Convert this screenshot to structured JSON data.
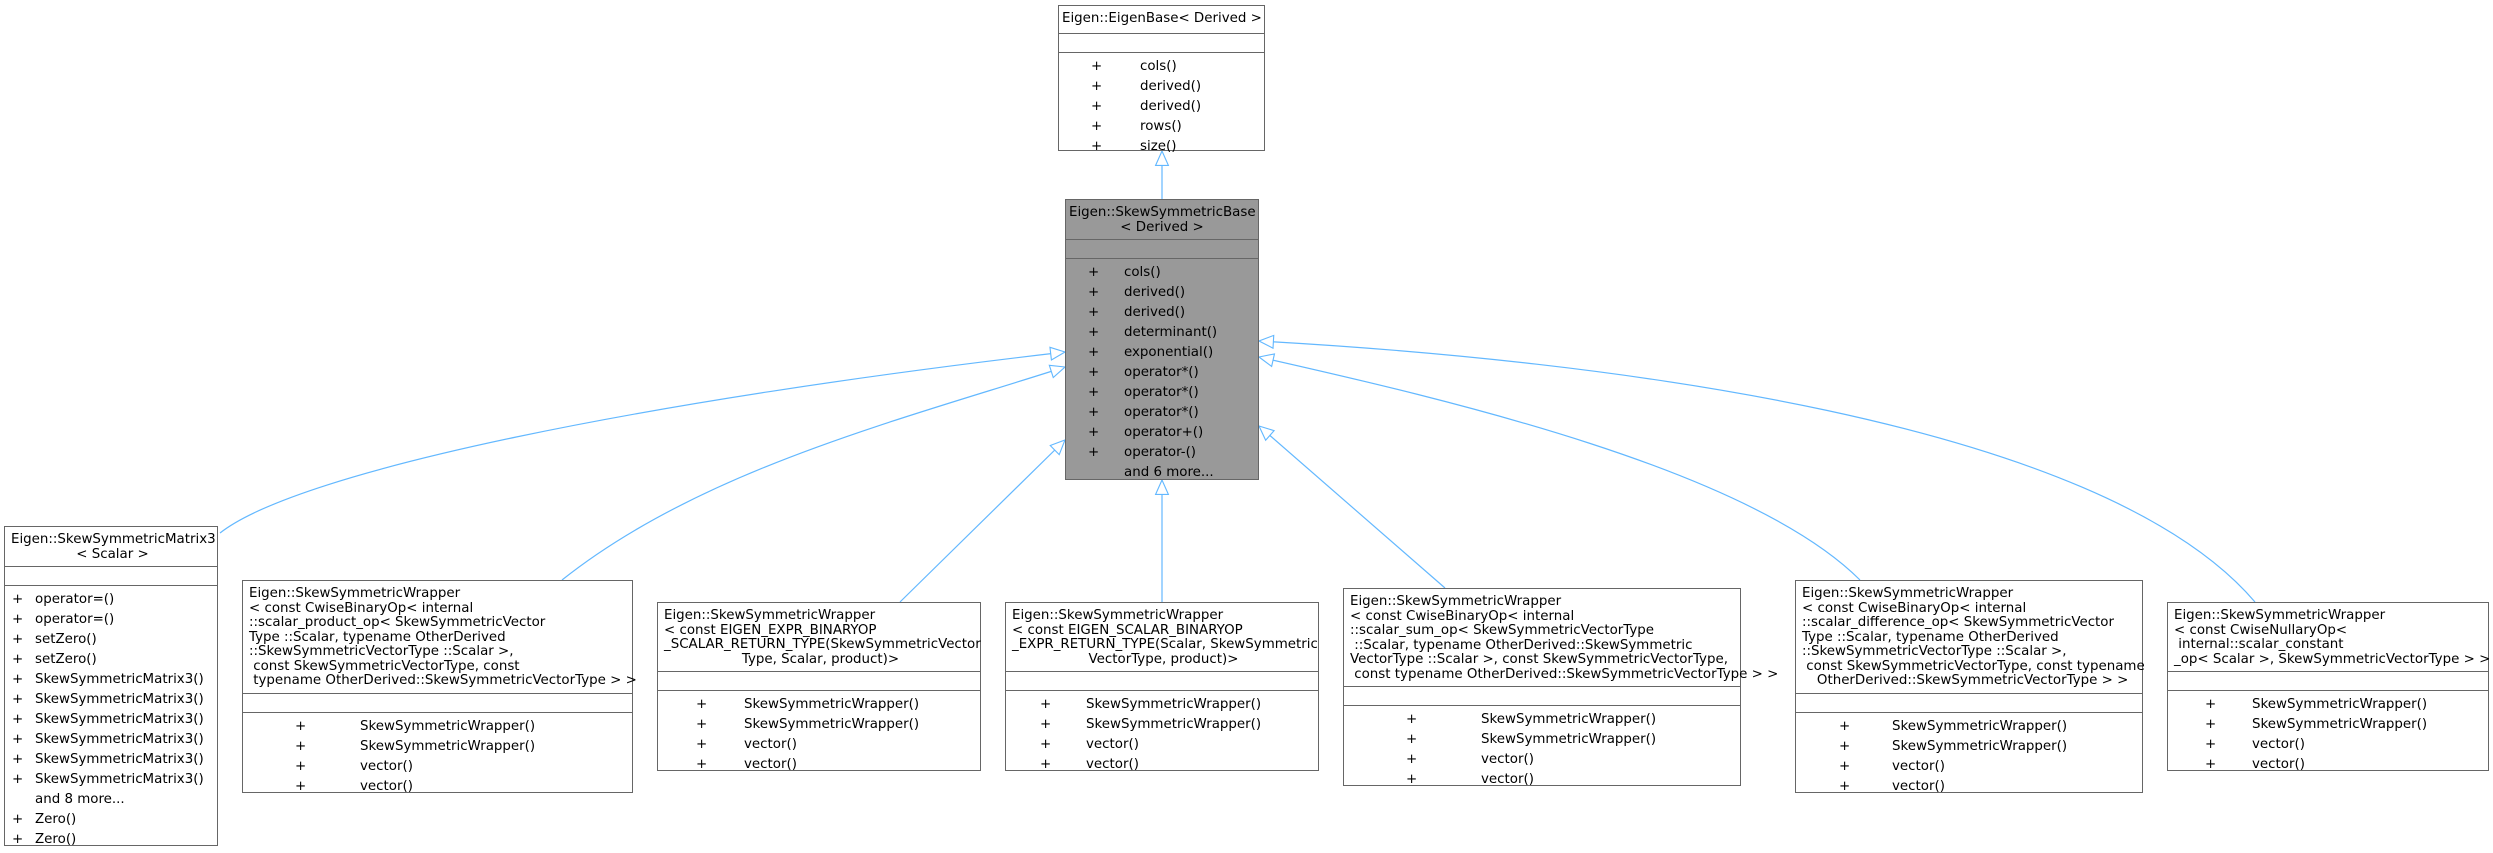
{
  "nodes": {
    "eigen_base": {
      "title": [
        "Eigen::EigenBase< Derived >"
      ],
      "members": [
        {
          "vis": "+",
          "name": "cols()"
        },
        {
          "vis": "+",
          "name": "derived()"
        },
        {
          "vis": "+",
          "name": "derived()"
        },
        {
          "vis": "+",
          "name": "rows()"
        },
        {
          "vis": "+",
          "name": "size()"
        }
      ]
    },
    "skew_base": {
      "title": [
        "Eigen::SkewSymmetricBase",
        "< Derived >"
      ],
      "members": [
        {
          "vis": "+",
          "name": "cols()"
        },
        {
          "vis": "+",
          "name": "derived()"
        },
        {
          "vis": "+",
          "name": "derived()"
        },
        {
          "vis": "+",
          "name": "determinant()"
        },
        {
          "vis": "+",
          "name": "exponential()"
        },
        {
          "vis": "+",
          "name": "operator*()"
        },
        {
          "vis": "+",
          "name": "operator*()"
        },
        {
          "vis": "+",
          "name": "operator*()"
        },
        {
          "vis": "+",
          "name": "operator+()"
        },
        {
          "vis": "+",
          "name": "operator-()"
        },
        {
          "vis": "",
          "name": "and 6 more..."
        }
      ]
    },
    "matrix3": {
      "title": [
        "Eigen::SkewSymmetricMatrix3",
        "< Scalar >"
      ],
      "members": [
        {
          "vis": "+",
          "name": "operator=()"
        },
        {
          "vis": "+",
          "name": "operator=()"
        },
        {
          "vis": "+",
          "name": "setZero()"
        },
        {
          "vis": "+",
          "name": "setZero()"
        },
        {
          "vis": "+",
          "name": "SkewSymmetricMatrix3()"
        },
        {
          "vis": "+",
          "name": "SkewSymmetricMatrix3()"
        },
        {
          "vis": "+",
          "name": "SkewSymmetricMatrix3()"
        },
        {
          "vis": "+",
          "name": "SkewSymmetricMatrix3()"
        },
        {
          "vis": "+",
          "name": "SkewSymmetricMatrix3()"
        },
        {
          "vis": "+",
          "name": "SkewSymmetricMatrix3()"
        },
        {
          "vis": "",
          "name": "and 8 more..."
        },
        {
          "vis": "+",
          "name": "Zero()"
        },
        {
          "vis": "+",
          "name": "Zero()"
        }
      ]
    },
    "wrapper_product": {
      "title": [
        "Eigen::SkewSymmetricWrapper",
        "< const CwiseBinaryOp< internal",
        "::scalar_product_op< SkewSymmetricVector",
        "Type ::Scalar, typename OtherDerived",
        "::SkewSymmetricVectorType ::Scalar >,",
        " const SkewSymmetricVectorType, const",
        " typename OtherDerived::SkewSymmetricVectorType > >"
      ],
      "members": [
        {
          "vis": "+",
          "name": "SkewSymmetricWrapper()"
        },
        {
          "vis": "+",
          "name": "SkewSymmetricWrapper()"
        },
        {
          "vis": "+",
          "name": "vector()"
        },
        {
          "vis": "+",
          "name": "vector()"
        }
      ]
    },
    "wrapper_expr": {
      "title": [
        "Eigen::SkewSymmetricWrapper",
        "< const EIGEN_EXPR_BINARYOP",
        "_SCALAR_RETURN_TYPE(SkewSymmetricVector",
        "Type, Scalar, product)>"
      ],
      "members": [
        {
          "vis": "+",
          "name": "SkewSymmetricWrapper()"
        },
        {
          "vis": "+",
          "name": "SkewSymmetricWrapper()"
        },
        {
          "vis": "+",
          "name": "vector()"
        },
        {
          "vis": "+",
          "name": "vector()"
        }
      ]
    },
    "wrapper_scalar": {
      "title": [
        "Eigen::SkewSymmetricWrapper",
        "< const EIGEN_SCALAR_BINARYOP",
        "_EXPR_RETURN_TYPE(Scalar, SkewSymmetric",
        "VectorType, product)>"
      ],
      "members": [
        {
          "vis": "+",
          "name": "SkewSymmetricWrapper()"
        },
        {
          "vis": "+",
          "name": "SkewSymmetricWrapper()"
        },
        {
          "vis": "+",
          "name": "vector()"
        },
        {
          "vis": "+",
          "name": "vector()"
        }
      ]
    },
    "wrapper_sum": {
      "title": [
        "Eigen::SkewSymmetricWrapper",
        "< const CwiseBinaryOp< internal",
        "::scalar_sum_op< SkewSymmetricVectorType",
        " ::Scalar, typename OtherDerived::SkewSymmetric",
        "VectorType ::Scalar >, const SkewSymmetricVectorType,",
        " const typename OtherDerived::SkewSymmetricVectorType > >"
      ],
      "members": [
        {
          "vis": "+",
          "name": "SkewSymmetricWrapper()"
        },
        {
          "vis": "+",
          "name": "SkewSymmetricWrapper()"
        },
        {
          "vis": "+",
          "name": "vector()"
        },
        {
          "vis": "+",
          "name": "vector()"
        }
      ]
    },
    "wrapper_difference": {
      "title": [
        "Eigen::SkewSymmetricWrapper",
        "< const CwiseBinaryOp< internal",
        "::scalar_difference_op< SkewSymmetricVector",
        "Type ::Scalar, typename OtherDerived",
        "::SkewSymmetricVectorType ::Scalar >,",
        " const SkewSymmetricVectorType, const typename",
        " OtherDerived::SkewSymmetricVectorType > >"
      ],
      "members": [
        {
          "vis": "+",
          "name": "SkewSymmetricWrapper()"
        },
        {
          "vis": "+",
          "name": "SkewSymmetricWrapper()"
        },
        {
          "vis": "+",
          "name": "vector()"
        },
        {
          "vis": "+",
          "name": "vector()"
        }
      ]
    },
    "wrapper_nullary": {
      "title": [
        "Eigen::SkewSymmetricWrapper",
        "< const CwiseNullaryOp<",
        " internal::scalar_constant",
        "_op< Scalar >, SkewSymmetricVectorType > >"
      ],
      "members": [
        {
          "vis": "+",
          "name": "SkewSymmetricWrapper()"
        },
        {
          "vis": "+",
          "name": "SkewSymmetricWrapper()"
        },
        {
          "vis": "+",
          "name": "vector()"
        },
        {
          "vis": "+",
          "name": "vector()"
        }
      ]
    }
  },
  "edge_color": "#63b8ff",
  "highlight_fill": "#999999"
}
